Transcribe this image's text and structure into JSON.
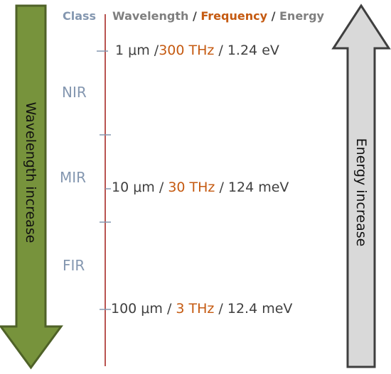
{
  "header": {
    "class_label": "Class",
    "wavelength_label": "Wavelength",
    "sep1": " / ",
    "frequency_label": "Frequency",
    "sep2": " / ",
    "energy_label": "Energy"
  },
  "classes": [
    {
      "name": "NIR"
    },
    {
      "name": "MIR"
    },
    {
      "name": "FIR"
    }
  ],
  "values": [
    {
      "wavelength": "1 μm",
      "sep1": " /",
      "frequency": "300 THz",
      "sep2": " / ",
      "energy": "1.24 eV"
    },
    {
      "wavelength": "10 μm",
      "sep1": " / ",
      "frequency": "30 THz",
      "sep2": " / ",
      "energy": "124 meV"
    },
    {
      "wavelength": "100 μm",
      "sep1": " / ",
      "frequency": "3 THz",
      "sep2": " / ",
      "energy": "12.4 meV"
    }
  ],
  "arrows": {
    "wavelength": {
      "label": "Wavelength increase",
      "direction": "down",
      "fill": "#77933c",
      "stroke": "#4f6228"
    },
    "energy": {
      "label": "Energy increase",
      "direction": "up",
      "fill": "#d9d9d9",
      "stroke": "#3f3f3f"
    }
  },
  "colors": {
    "axis": "#b85450",
    "class_text": "#8497b0",
    "frequency_text": "#c55a11",
    "header_gray": "#7f7f7f",
    "value_text": "#404040"
  }
}
